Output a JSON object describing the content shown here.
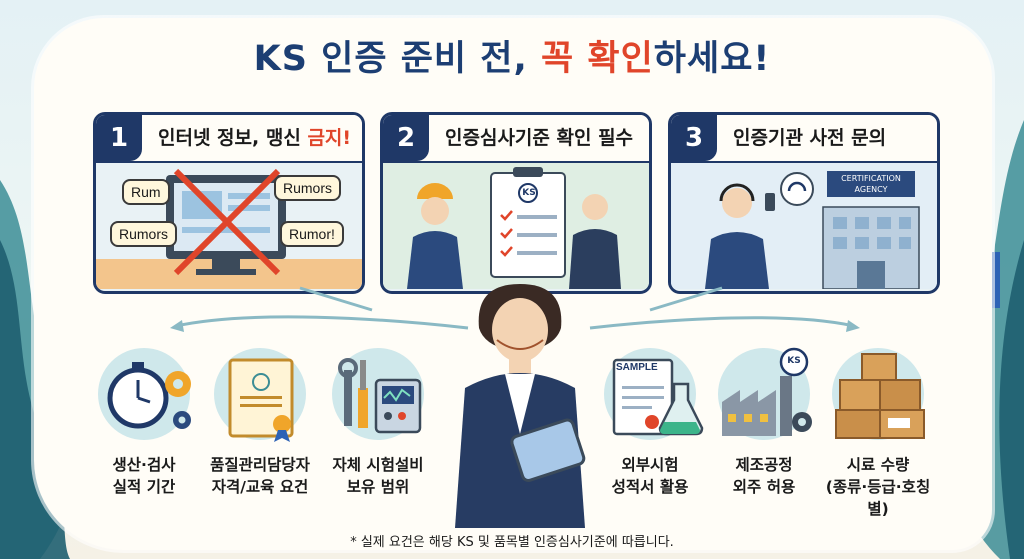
{
  "title": {
    "part1": "KS 인증 준비 전, ",
    "highlight": "꼭 확인",
    "part2": "하세요!"
  },
  "cards": [
    {
      "number": "1",
      "text": "인터넷 정보, 맹신 ",
      "highlight": "금지!",
      "bubbles": [
        "Rum",
        "Rumors",
        "Rumors",
        "Rumor!"
      ]
    },
    {
      "number": "2",
      "text": "인증심사기준 확인 필수",
      "highlight": "",
      "badge": "KS"
    },
    {
      "number": "3",
      "text": "인증기관 사전 문의",
      "highlight": "",
      "sign": [
        "CERTIFICATION",
        "AGENCY"
      ]
    }
  ],
  "items": [
    {
      "line1": "생산·검사",
      "line2": "실적 기간",
      "icon": "stopwatch-gears-icon"
    },
    {
      "line1": "품질관리담당자",
      "line2": "자격/교육 요건",
      "icon": "certificate-icon"
    },
    {
      "line1": "자체 시험설비",
      "line2": "보유 범위",
      "icon": "test-equipment-icon"
    },
    {
      "line1": "외부시험",
      "line2": "성적서 활용",
      "icon": "sample-report-icon",
      "doc_label": "SAMPLE"
    },
    {
      "line1": "제조공정",
      "line2": "외주 허용",
      "icon": "factory-icon",
      "badge": "KS"
    },
    {
      "line1": "시료 수량",
      "line2": "(종류·등급·호칭별)",
      "icon": "boxes-icon"
    }
  ],
  "footnote": "* 실제 요건은 해당 KS 및 품목별 인증심사기준에 따릅니다.",
  "colors": {
    "navy": "#1f3867",
    "accent": "#e0452a",
    "teal": "#cfe8eb"
  }
}
